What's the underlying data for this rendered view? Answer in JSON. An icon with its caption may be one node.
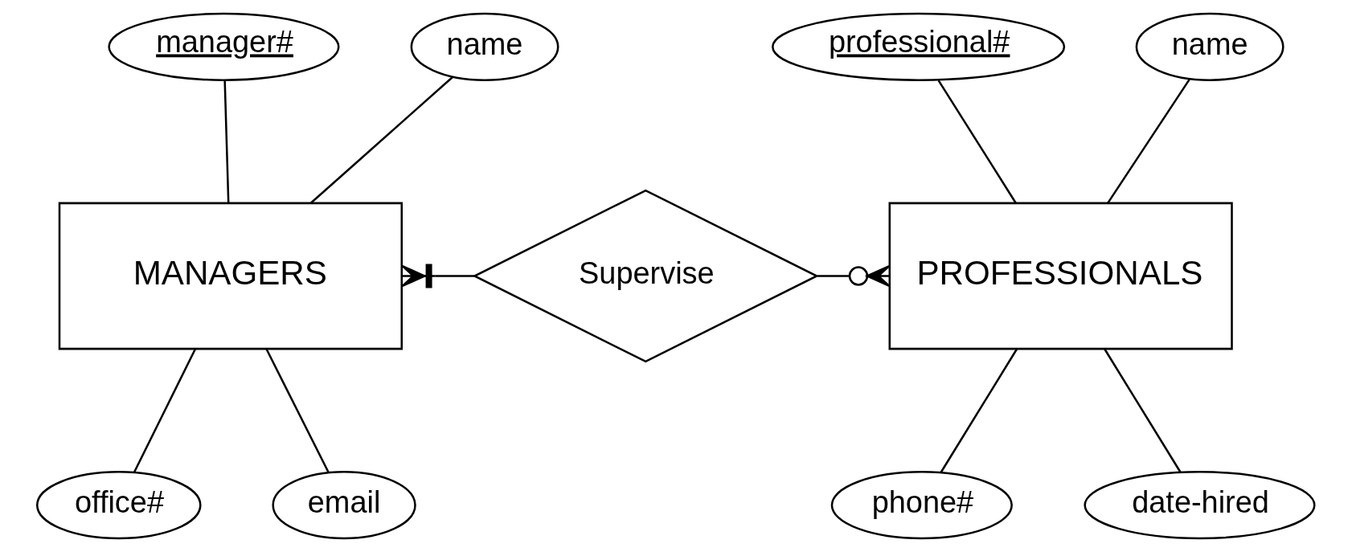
{
  "diagram": {
    "nodes": [
      {
        "text": [
          "manager#"
        ]
      },
      {
        "text": [
          "name"
        ]
      },
      {
        "text": [
          "professional#"
        ]
      },
      {
        "text": [
          "name"
        ]
      },
      {
        "text": [
          "MANAGERS"
        ]
      },
      {
        "text": [
          "Supervise"
        ]
      },
      {
        "text": [
          "PROFESSIONALS"
        ]
      },
      {
        "text": [
          "office#"
        ]
      },
      {
        "text": [
          "email"
        ]
      },
      {
        "text": [
          "phone#"
        ]
      },
      {
        "text": [
          "date-hired"
        ]
      }
    ],
    "edges": [
      {
        "from": 0,
        "to": 4,
        "arrow": "none"
      },
      {
        "from": 1,
        "to": 4,
        "arrow": "none"
      },
      {
        "from": 4,
        "to": 7,
        "arrow": "none"
      },
      {
        "from": 4,
        "to": 8,
        "arrow": "none"
      },
      {
        "from": 5,
        "to": 4,
        "arrow": "other"
      },
      {
        "from": 5,
        "to": 6,
        "arrow": "other"
      },
      {
        "from": 2,
        "to": 6,
        "arrow": "none"
      },
      {
        "from": 3,
        "to": 6,
        "arrow": "none"
      },
      {
        "from": 6,
        "to": 9,
        "arrow": "none"
      },
      {
        "from": 6,
        "to": 10,
        "arrow": "none"
      }
    ]
  }
}
